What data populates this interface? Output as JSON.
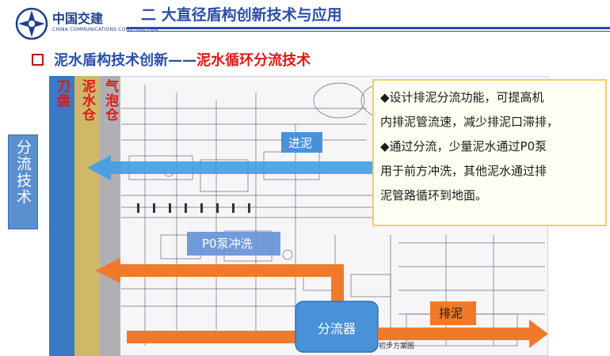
{
  "header": {
    "logo_name": "中国交建",
    "logo_sub": "CHINA COMMUNICATIONS CONSTRUCTION",
    "title": "二  大直径盾构创新技术与应用"
  },
  "subtitle": {
    "part_a": "泥水盾构技术创新——",
    "part_b": "泥水循环分流技术"
  },
  "columns": {
    "cutter": "刀盘",
    "mud": "泥水仓",
    "air": "气泡仓"
  },
  "side_label": "分流技术",
  "info": {
    "lines": [
      "◆设计排泥分流功能，可提高机",
      "内排泥管流速，减少排泥口滞排，",
      "◆通过分流，少量泥水通过P0泵",
      "用于前方冲洗，其他泥水通过排",
      "泥管路循环到地面。"
    ]
  },
  "flows": {
    "inlet": "进泥",
    "flush": "P0泵冲洗",
    "splitter": "分流器",
    "discharge": "排泥"
  },
  "drawing": {
    "caption": "初步方案图"
  },
  "colors": {
    "brand_blue": "#2b4fa6",
    "accent_red": "#e01818",
    "inlet_arrow": "#3fa0e6",
    "return_arrow": "#f07a2a",
    "splitter_box": "#4a92d8"
  }
}
